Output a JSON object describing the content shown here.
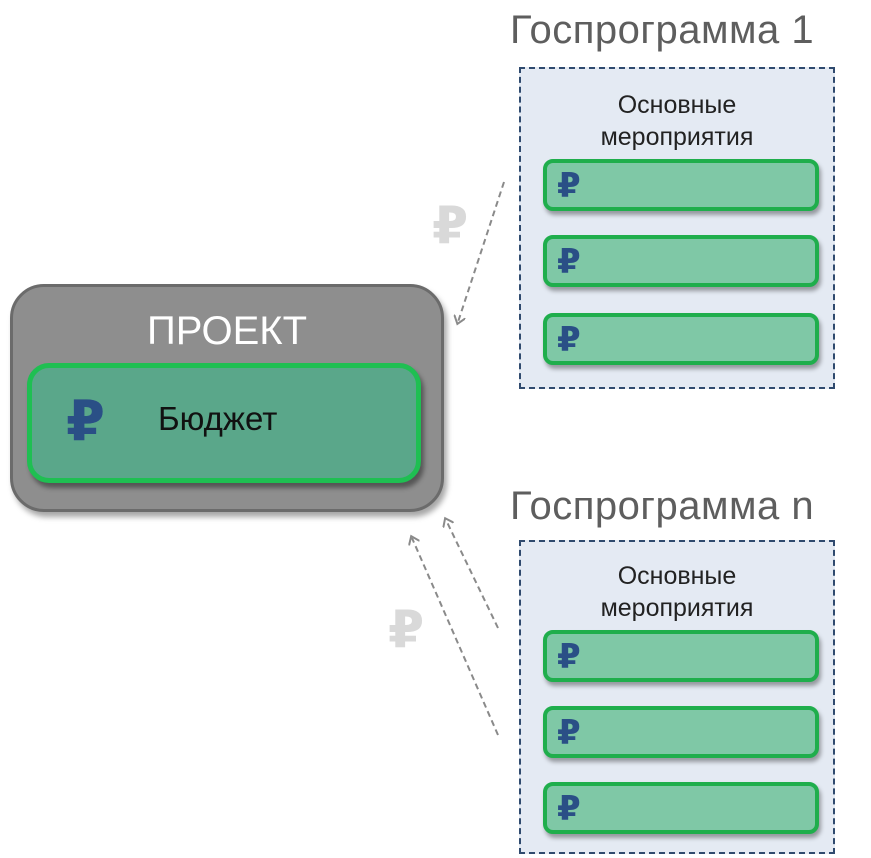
{
  "project": {
    "title": "ПРОЕКТ",
    "budget_icon": "ruble-icon",
    "budget_label": "Бюджет"
  },
  "programs": [
    {
      "title": "Госпрограмма 1",
      "subtitle_line1": "Основные",
      "subtitle_line2": "мероприятия",
      "items": [
        "ruble-icon",
        "ruble-icon",
        "ruble-icon"
      ]
    },
    {
      "title": "Госпрограмма n",
      "subtitle_line1": "Основные",
      "subtitle_line2": "мероприятия",
      "items": [
        "ruble-icon",
        "ruble-icon",
        "ruble-icon"
      ]
    }
  ],
  "symbols": {
    "ruble": "₽"
  },
  "colors": {
    "project_fill": "#8e8e8e",
    "budget_fill": "#5aa78a",
    "item_fill": "#7fc8a6",
    "item_border": "#1fae4c",
    "program_fill": "#e4eaf3",
    "program_border": "#2f4a6e",
    "ruble": "#2a4f86",
    "ghost_ruble": "#d9d9d9",
    "arrow": "#8a8a8a"
  }
}
